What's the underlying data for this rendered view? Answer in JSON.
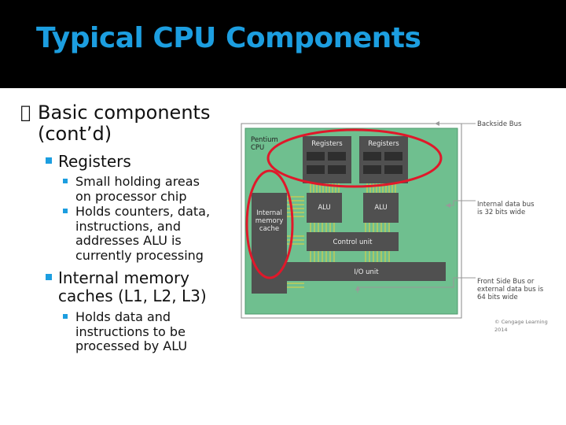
{
  "slide": {
    "title": "Typical CPU Components",
    "colors": {
      "title": "#1c9ee0",
      "board": "#6fbf8f",
      "chip": "#505050",
      "highlight": "#e0182a"
    }
  },
  "bullets": {
    "marker": "",
    "main": [
      "Basic components",
      "(cont’d)"
    ],
    "registers": {
      "label": "Registers",
      "items": [
        [
          "Small holding areas",
          "on processor chip"
        ],
        [
          "Holds counters, data,",
          "instructions, and",
          "addresses ALU is",
          "currently processing"
        ]
      ]
    },
    "caches": {
      "label": [
        "Internal memory",
        "caches (L1, L2, L3)"
      ],
      "items": [
        [
          "Holds data and",
          "instructions to be",
          "processed by ALU"
        ]
      ]
    }
  },
  "diagram": {
    "cpu_label": [
      "Pentium",
      "CPU"
    ],
    "registers": [
      "Registers",
      "Registers"
    ],
    "alu": [
      "ALU",
      "ALU"
    ],
    "cache": [
      "Internal",
      "memory",
      "cache"
    ],
    "control_unit": "Control unit",
    "io_unit": "I/O unit",
    "backside_bus": "Backside Bus",
    "internal_bus": [
      "Internal data bus",
      "is 32 bits wide"
    ],
    "front_bus": [
      "Front Side Bus or",
      "external data bus is",
      "64 bits wide"
    ],
    "copyright": "© Cengage Learning 2014"
  }
}
